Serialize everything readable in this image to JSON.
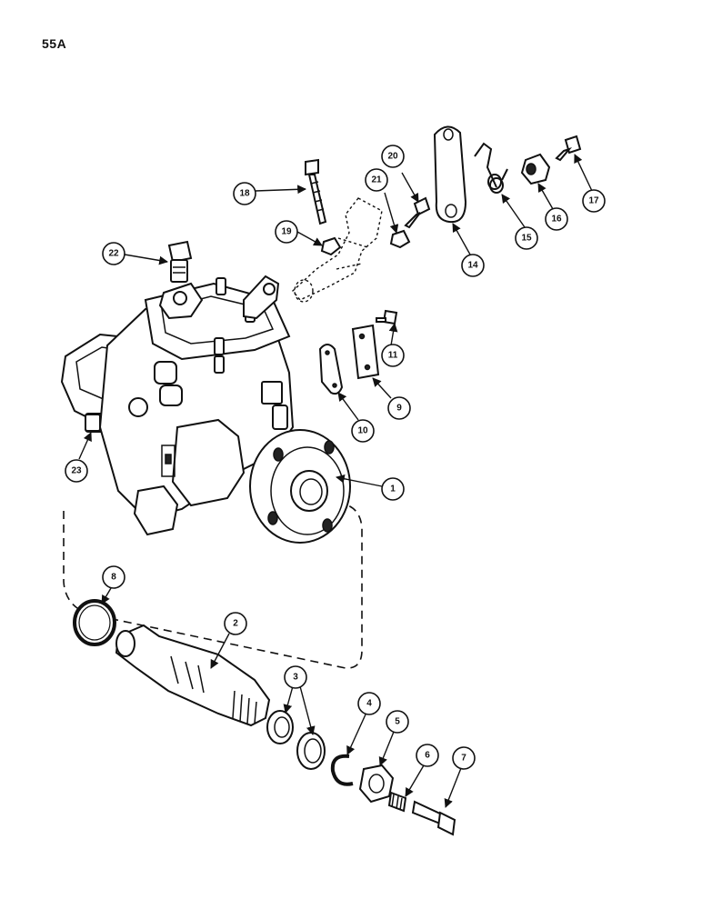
{
  "page_label": "55A",
  "callouts": {
    "c1": "1",
    "c2": "2",
    "c3": "3",
    "c4": "4",
    "c5": "5",
    "c6": "6",
    "c7": "7",
    "c8": "8",
    "c9": "9",
    "c10": "10",
    "c11": "11",
    "c14": "14",
    "c15": "15",
    "c16": "16",
    "c17": "17",
    "c18": "18",
    "c19": "19",
    "c20": "20",
    "c21": "21",
    "c22": "22",
    "c23": "23"
  }
}
